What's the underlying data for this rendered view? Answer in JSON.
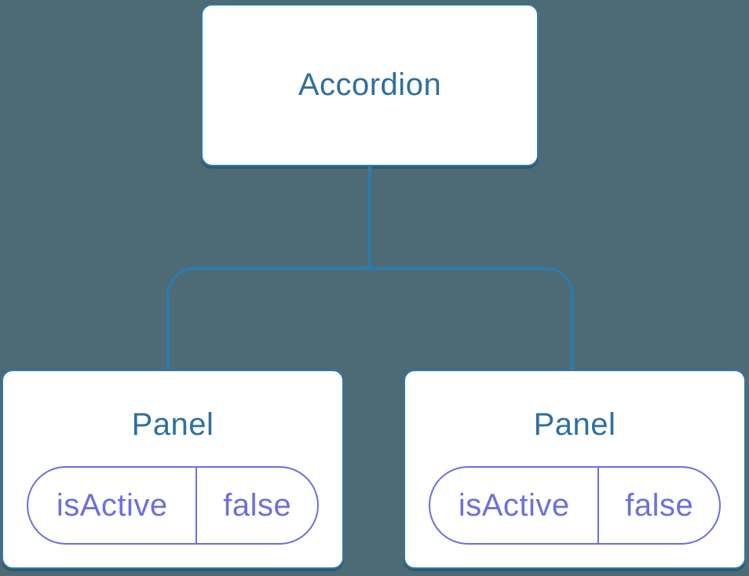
{
  "diagram": {
    "title": "React component tree: Accordion with two Panel children holding isActive state",
    "colors": {
      "background": "#4D6A75",
      "connector_line": "#2D7AAB",
      "node_text": "#2F6F9E",
      "state_accent": "#6B70DC",
      "node_fill": "#ffffff"
    },
    "root": {
      "label": "Accordion"
    },
    "children": [
      {
        "label": "Panel",
        "state": {
          "key": "isActive",
          "value": "false"
        }
      },
      {
        "label": "Panel",
        "state": {
          "key": "isActive",
          "value": "false"
        }
      }
    ]
  }
}
